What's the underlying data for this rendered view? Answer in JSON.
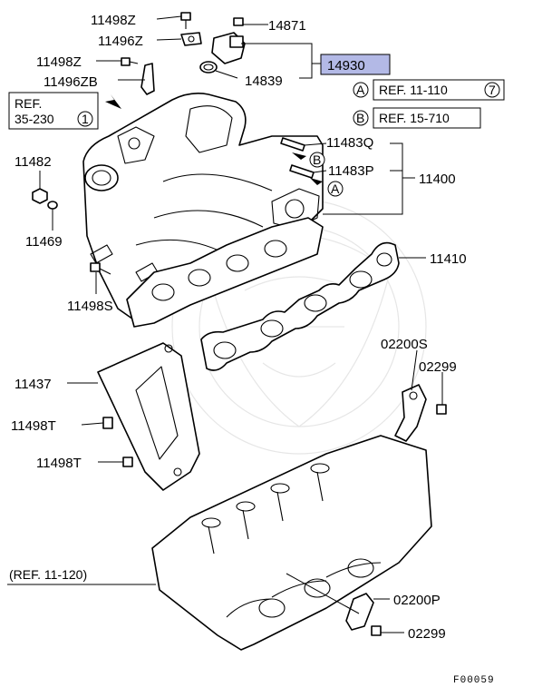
{
  "diagram": {
    "labels": {
      "p11498z_a": "11498Z",
      "p11496z": "11496Z",
      "p11498z_b": "11498Z",
      "p11496zb": "11496ZB",
      "p14871": "14871",
      "p14839": "14839",
      "p14930": "14930",
      "p11483q": "11483Q",
      "p11483p": "11483P",
      "p11400": "11400",
      "p11482": "11482",
      "p11469": "11469",
      "p11498s": "11498S",
      "p11410": "11410",
      "p02200s": "02200S",
      "p02299_a": "02299",
      "p11437": "11437",
      "p11498t_a": "11498T",
      "p11498t_b": "11498T",
      "p02200p": "02200P",
      "p02299_b": "02299"
    },
    "refs": {
      "ref_35_230_line1": "REF.",
      "ref_35_230_line2": "35-230",
      "ref_35_230_num": "1",
      "ref_a_letter": "A",
      "ref_a_text": "REF. 11-110",
      "ref_a_num": "7",
      "ref_b_letter": "B",
      "ref_b_text": "REF. 15-710",
      "ref_11_120": "(REF. 11-120)"
    },
    "markers": {
      "a": "A",
      "b": "B"
    },
    "figure_id": "F00059",
    "highlight_color": "#b3b9e6"
  }
}
